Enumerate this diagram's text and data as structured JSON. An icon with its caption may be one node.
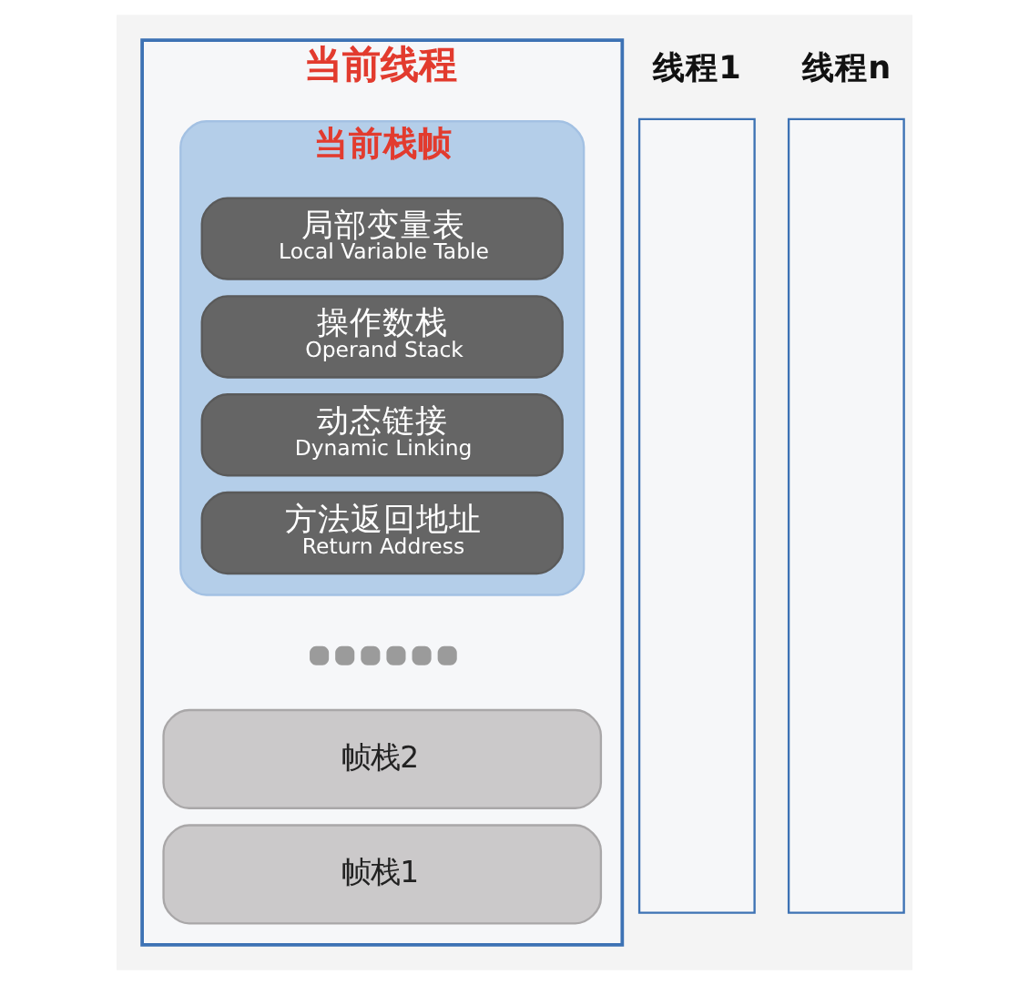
{
  "diagram": {
    "nodes": [
      {
        "text": [
          "当前线程"
        ]
      },
      {
        "text": [
          "当前栈帧"
        ],
        "in": 0
      },
      {
        "text": [
          "局部变量表",
          "Local Variable Table"
        ],
        "in": 1
      },
      {
        "text": [
          "操作数栈",
          "Operand Stack"
        ],
        "in": 1
      },
      {
        "text": [
          "动态链接",
          "Dynamic Linking"
        ],
        "in": 1
      },
      {
        "text": [
          "方法返回地址",
          "Return Address"
        ],
        "in": 1
      },
      {
        "text": [
          "帧栈2"
        ],
        "in": 0
      },
      {
        "text": [
          "帧栈1"
        ],
        "in": 0
      },
      {
        "text": [
          "线程1"
        ]
      },
      {
        "text": [
          "线程n"
        ]
      }
    ]
  }
}
